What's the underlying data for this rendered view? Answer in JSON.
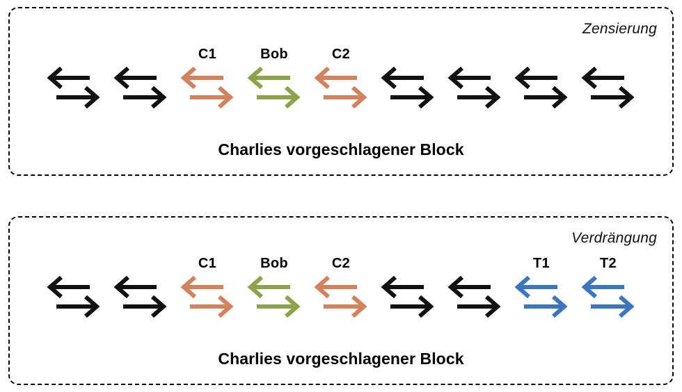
{
  "colors": {
    "black": "#111111",
    "orange": "#D4825C",
    "green": "#8CA34B",
    "blue": "#3B76BF",
    "border": "#000000",
    "background": "#FFFFFF"
  },
  "panels": [
    {
      "corner_label": "Zensierung",
      "caption": "Charlies vorgeschlagener Block",
      "arrows": [
        {
          "label": "",
          "color_name": "black",
          "color": "#111111"
        },
        {
          "label": "",
          "color_name": "black",
          "color": "#111111"
        },
        {
          "label": "C1",
          "color_name": "orange",
          "color": "#D4825C"
        },
        {
          "label": "Bob",
          "color_name": "green",
          "color": "#8CA34B"
        },
        {
          "label": "C2",
          "color_name": "orange",
          "color": "#D4825C"
        },
        {
          "label": "",
          "color_name": "black",
          "color": "#111111"
        },
        {
          "label": "",
          "color_name": "black",
          "color": "#111111"
        },
        {
          "label": "",
          "color_name": "black",
          "color": "#111111"
        },
        {
          "label": "",
          "color_name": "black",
          "color": "#111111"
        }
      ]
    },
    {
      "corner_label": "Verdrängung",
      "caption": "Charlies vorgeschlagener Block",
      "arrows": [
        {
          "label": "",
          "color_name": "black",
          "color": "#111111"
        },
        {
          "label": "",
          "color_name": "black",
          "color": "#111111"
        },
        {
          "label": "C1",
          "color_name": "orange",
          "color": "#D4825C"
        },
        {
          "label": "Bob",
          "color_name": "green",
          "color": "#8CA34B"
        },
        {
          "label": "C2",
          "color_name": "orange",
          "color": "#D4825C"
        },
        {
          "label": "",
          "color_name": "black",
          "color": "#111111"
        },
        {
          "label": "",
          "color_name": "black",
          "color": "#111111"
        },
        {
          "label": "T1",
          "color_name": "blue",
          "color": "#3B76BF"
        },
        {
          "label": "T2",
          "color_name": "blue",
          "color": "#3B76BF"
        }
      ]
    }
  ],
  "icons": {
    "exchange_arrows": "bidirectional-exchange-arrows-icon"
  }
}
